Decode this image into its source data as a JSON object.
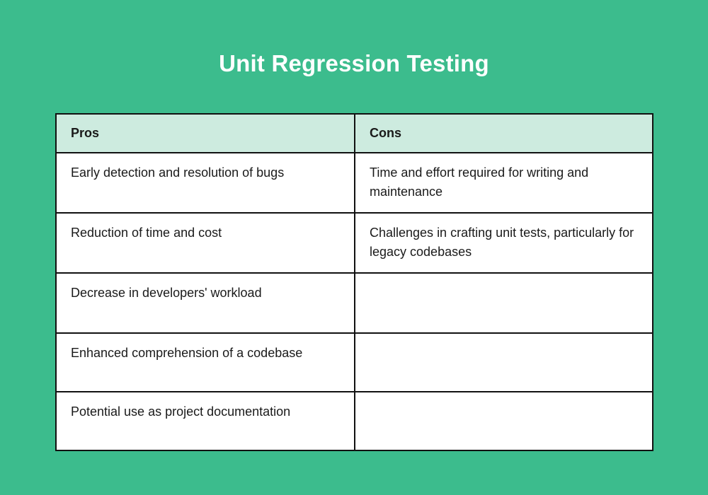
{
  "page": {
    "background_color": "#3cbc8d",
    "title": "Unit Regression Testing",
    "title_color": "#ffffff"
  },
  "table": {
    "header_background": "#cdebdf",
    "border_color": "#111111",
    "cell_background": "#ffffff",
    "columns": [
      {
        "key": "pros",
        "header": "Pros"
      },
      {
        "key": "cons",
        "header": "Cons"
      }
    ],
    "rows": [
      {
        "pros": "Early detection and resolution of bugs",
        "cons": "Time and effort required for writing and maintenance"
      },
      {
        "pros": "Reduction of time and cost",
        "cons": "Challenges in crafting unit tests, particularly for legacy codebases"
      },
      {
        "pros": "Decrease in developers' workload",
        "cons": ""
      },
      {
        "pros": "Enhanced comprehension of a codebase",
        "cons": ""
      },
      {
        "pros": "Potential use as project documentation",
        "cons": ""
      }
    ]
  }
}
